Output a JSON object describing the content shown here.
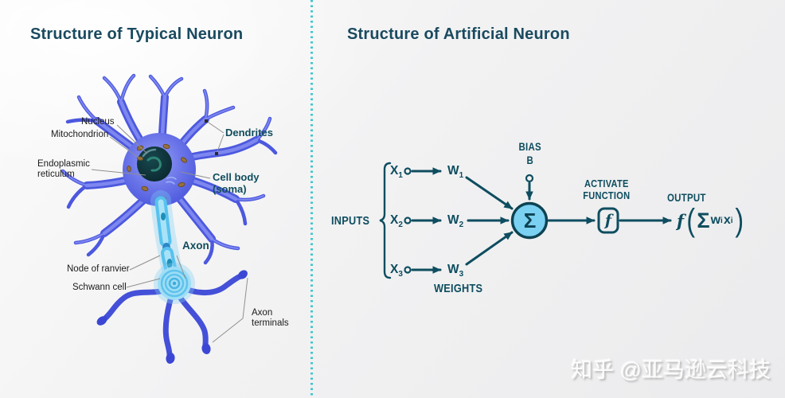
{
  "left": {
    "title": "Structure of Typical Neuron",
    "labels": {
      "nucleus": "Nucleus",
      "mitochondrion": "Mitochondrion",
      "endoplasmic_reticulum": "Endoplasmic\nreticulum",
      "dendrites": "Dendrites",
      "cell_body": "Cell body\n(soma)",
      "axon": "Axon",
      "node_of_ranvier": "Node of ranvier",
      "schwann_cell": "Schwann cell",
      "axon_terminals": "Axon\nterminals"
    }
  },
  "right": {
    "title": "Structure of Artificial Neuron",
    "inputs_label": "INPUTS",
    "weights_label": "WEIGHTS",
    "bias_label": "BIAS\nB",
    "activate_function_label": "ACTIVATE\nFUNCTION",
    "output_label": "OUTPUT",
    "sum_symbol": "Σ",
    "function_symbol": "f",
    "rows": [
      {
        "x": "X",
        "x_sub": "1",
        "w": "W",
        "w_sub": "1"
      },
      {
        "x": "X",
        "x_sub": "2",
        "w": "W",
        "w_sub": "2"
      },
      {
        "x": "X",
        "x_sub": "3",
        "w": "W",
        "w_sub": "3"
      }
    ],
    "formula": {
      "f": "f",
      "open_paren": "(",
      "sigma": "Σ",
      "w": "w",
      "w_sub": "i",
      "x": "x",
      "x_sub": "i",
      "close_paren": ")"
    }
  },
  "watermark": "知乎 @亚马逊云科技",
  "colors": {
    "title_teal": "#1a4a5f",
    "diagram_teal": "#0e4d5f",
    "sum_node_fill": "#7bd1f2",
    "divider_teal": "#3fc6cb",
    "neuron_purple": "#4c58de",
    "neuron_purple_light": "#7d87ef",
    "axon_cyan": "#57c2ee",
    "mitochondrion_brown": "#96713d"
  }
}
